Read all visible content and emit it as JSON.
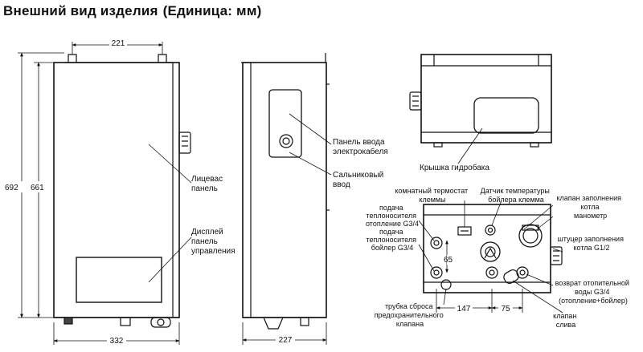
{
  "title": "Внешний вид изделия",
  "title_unit": "(Единица:  мм)",
  "dimensions": {
    "top_width": "221",
    "total_height": "692",
    "body_height": "661",
    "front_width": "332",
    "side_depth": "227",
    "pipe_vertical": "65",
    "pipe_spacing_a": "147",
    "pipe_spacing_b": "75"
  },
  "labels": {
    "front_panel": [
      "Лицевас",
      "панель"
    ],
    "control_panel": [
      "Дисплей",
      "панель",
      "управления"
    ],
    "cable_panel": [
      "Панель ввода",
      "электрокабеля"
    ],
    "gland": [
      "Сальниковый",
      "ввод"
    ],
    "hydro_cover": [
      "Крышка гидробака"
    ],
    "room_thermostat": [
      "комнатный термостат",
      "клеммы"
    ],
    "boiler_sensor": [
      "Датчик температуры",
      "бойлера клемма"
    ],
    "fill_valve": [
      "клапан заполнения",
      "котла"
    ],
    "manometer": [
      "манометр"
    ],
    "fill_fitting": [
      "штуцер заполнения",
      "котла G1/2"
    ],
    "heating_supply": [
      "подача",
      "теплоносителя",
      "отопление G3/4"
    ],
    "boiler_supply": [
      "подача",
      "теплоносителя",
      "бойлер G3/4"
    ],
    "return_water": [
      "возврат отопительной",
      "воды G3/4",
      "(отопление+бойлер)"
    ],
    "relief_pipe": [
      "трубка сброса",
      "предохранительного",
      "клапана"
    ],
    "drain_valve": [
      "клапан",
      "слива"
    ]
  }
}
